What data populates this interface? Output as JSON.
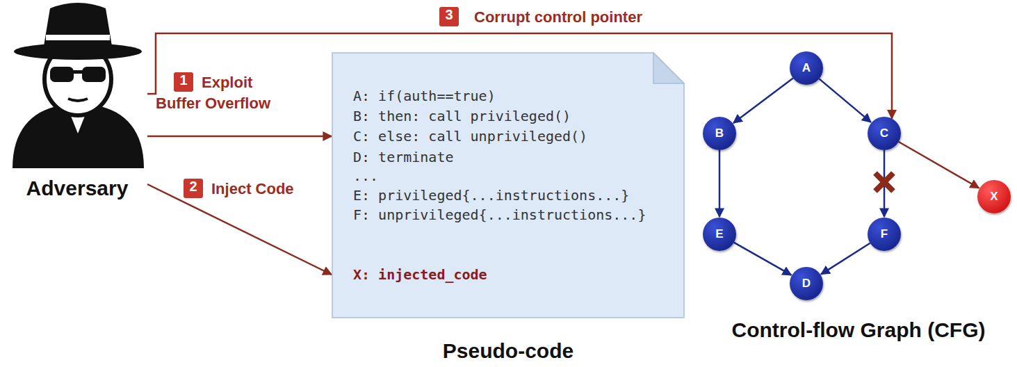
{
  "diagram": {
    "nodes": [
      {
        "text": [
          "Adversary"
        ]
      },
      {
        "text": [
          "A: if(auth==true)",
          "B: then: call privileged()",
          "C: else: call unprivileged()",
          "D: terminate",
          "...",
          "E: privileged{...instructions...}",
          "F: unprivileged{...instructions...}",
          "X: injected_code",
          "Pseudo-code"
        ]
      },
      {
        "text": [
          "A"
        ]
      },
      {
        "text": [
          "B"
        ]
      },
      {
        "text": [
          "C"
        ]
      },
      {
        "text": [
          "D"
        ]
      },
      {
        "text": [
          "E"
        ]
      },
      {
        "text": [
          "F"
        ]
      },
      {
        "text": [
          "X"
        ]
      }
    ],
    "edges": [
      {
        "from": 0,
        "to": 1,
        "arrow": "to",
        "label": "Exploit Buffer Overflow"
      },
      {
        "from": 0,
        "to": 1,
        "arrow": "to",
        "label": "Inject Code"
      },
      {
        "from": 0,
        "to": 4,
        "arrow": "to",
        "label": "Corrupt control pointer"
      },
      {
        "from": 2,
        "to": 3,
        "arrow": "to"
      },
      {
        "from": 2,
        "to": 4,
        "arrow": "to"
      },
      {
        "from": 3,
        "to": 6,
        "arrow": "to"
      },
      {
        "from": 4,
        "to": 7,
        "arrow": "to"
      },
      {
        "from": 6,
        "to": 5,
        "arrow": "to"
      },
      {
        "from": 7,
        "to": 5,
        "arrow": "to"
      },
      {
        "from": 4,
        "to": 8,
        "arrow": "to"
      }
    ],
    "labels": [
      "1",
      "2",
      "3",
      "Control-flow Graph (CFG)"
    ]
  }
}
